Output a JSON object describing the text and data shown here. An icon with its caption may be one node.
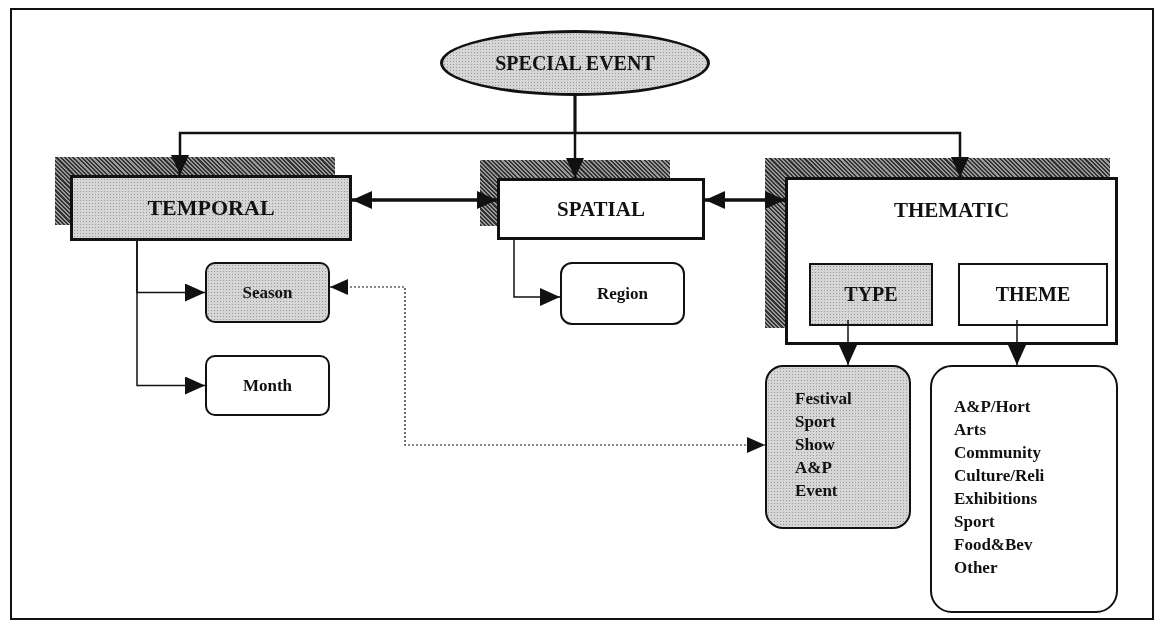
{
  "diagram": {
    "nodes": [
      {
        "text": [
          "SPECIAL EVENT"
        ]
      },
      {
        "text": [
          "TEMPORAL"
        ]
      },
      {
        "text": [
          "SPATIAL"
        ]
      },
      {
        "text": [
          "THEMATIC"
        ]
      },
      {
        "text": [
          "TYPE"
        ],
        "in": 3
      },
      {
        "text": [
          "THEME"
        ],
        "in": 3
      },
      {
        "text": [
          "Season"
        ]
      },
      {
        "text": [
          "Region"
        ]
      },
      {
        "text": [
          "Month"
        ]
      },
      {
        "text": [
          "Festival",
          "Sport",
          "Show",
          "A&P",
          "Event"
        ]
      },
      {
        "text": [
          "A&P/Hort",
          "Arts",
          "Community",
          "Culture/Reli",
          "Exhibitions",
          "Sport",
          "Food&Bev",
          "Other"
        ]
      }
    ],
    "edges": [
      {
        "from": 0,
        "to": 1,
        "arrow": "to"
      },
      {
        "from": 0,
        "to": 2,
        "arrow": "to"
      },
      {
        "from": 0,
        "to": 3,
        "arrow": "to"
      },
      {
        "from": 1,
        "to": 2,
        "arrow": "both",
        "style": "thick"
      },
      {
        "from": 2,
        "to": 3,
        "arrow": "both",
        "style": "thick"
      },
      {
        "from": 1,
        "to": 6,
        "arrow": "to"
      },
      {
        "from": 1,
        "to": 8,
        "arrow": "to"
      },
      {
        "from": 2,
        "to": 7,
        "arrow": "to"
      },
      {
        "from": 4,
        "to": 9,
        "arrow": "to"
      },
      {
        "from": 5,
        "to": 10,
        "arrow": "to"
      },
      {
        "from": 6,
        "to": 9,
        "arrow": "both",
        "style": "dashed"
      }
    ]
  }
}
